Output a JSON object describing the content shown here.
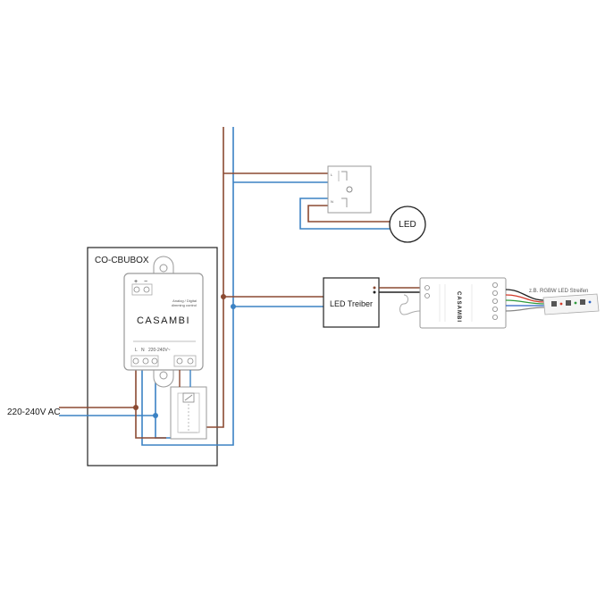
{
  "labels": {
    "box_title": "CO-CBUBOX",
    "ac_input": "220-240V AC",
    "led": "LED",
    "led_driver": "LED Treiber",
    "strip_note": "z.B. RGBW LED Streifen"
  },
  "module": {
    "brand": "CASAMBI",
    "subtitle_1": "Analog / Digital",
    "subtitle_2": "dimming control",
    "voltage": "220-240V~",
    "plus": "+",
    "minus": "−",
    "l": "L",
    "n": "N"
  },
  "rgbw_controller": {
    "brand": "CASAMBI"
  },
  "colors": {
    "live_wire": "#8b4a32",
    "neutral_wire": "#3b82c4",
    "outline": "#222222",
    "device_stroke": "#9a9a9a"
  }
}
